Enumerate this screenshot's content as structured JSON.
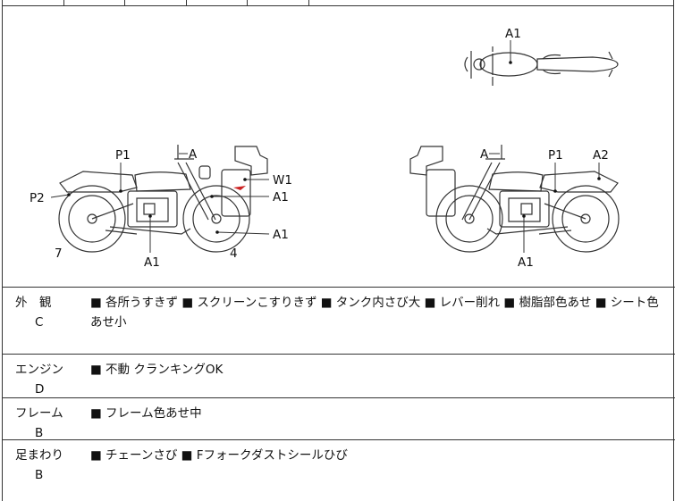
{
  "diagram": {
    "top_view": {
      "label_a1": "A1"
    },
    "left_side": {
      "p1": "P1",
      "a": "A",
      "p2": "P2",
      "w1": "W1",
      "a1_cover": "A1",
      "a1_wheel": "A1",
      "a1_engine": "A1",
      "n7": "7",
      "n4": "4"
    },
    "right_side": {
      "a": "A",
      "p1": "P1",
      "a2": "A2",
      "a1_engine": "A1"
    }
  },
  "inspection": [
    {
      "category": "外　観",
      "grade": "C",
      "notes": "■ 各所うすきず ■ スクリーンこすりきず ■ タンク内さび大 ■ レバー削れ ■ 樹脂部色あせ ■ シート色あせ小"
    },
    {
      "category": "エンジン",
      "grade": "D",
      "notes": "■ 不動 クランキングOK"
    },
    {
      "category": "フレーム",
      "grade": "B",
      "notes": "■ フレーム色あせ中"
    },
    {
      "category": "足まわり",
      "grade": "B",
      "notes": "■ チェーンさび ■ Fフォークダストシールひび"
    }
  ],
  "colors": {
    "line": "#333333",
    "damage_mark": "#cc2222"
  }
}
